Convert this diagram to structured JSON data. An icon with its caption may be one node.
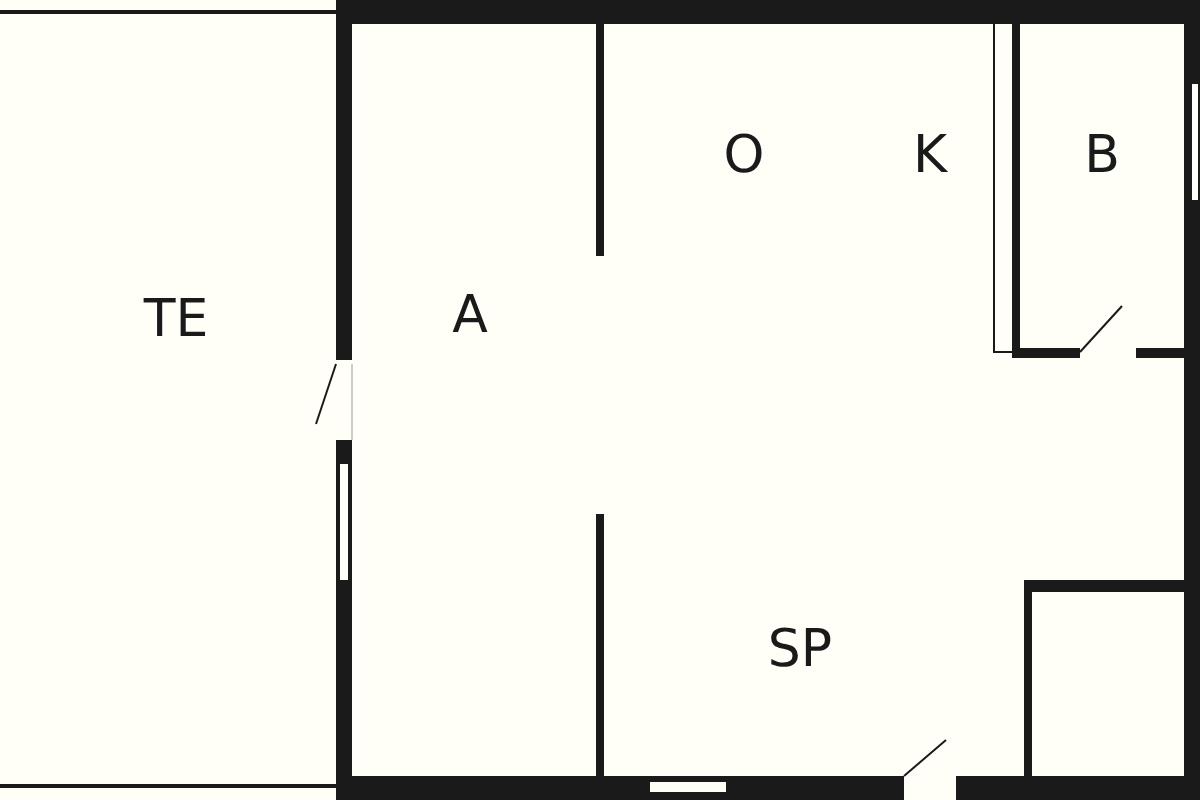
{
  "diagram": {
    "labels": [
      "O",
      "K",
      "B",
      "TE",
      "A",
      "SP"
    ]
  }
}
